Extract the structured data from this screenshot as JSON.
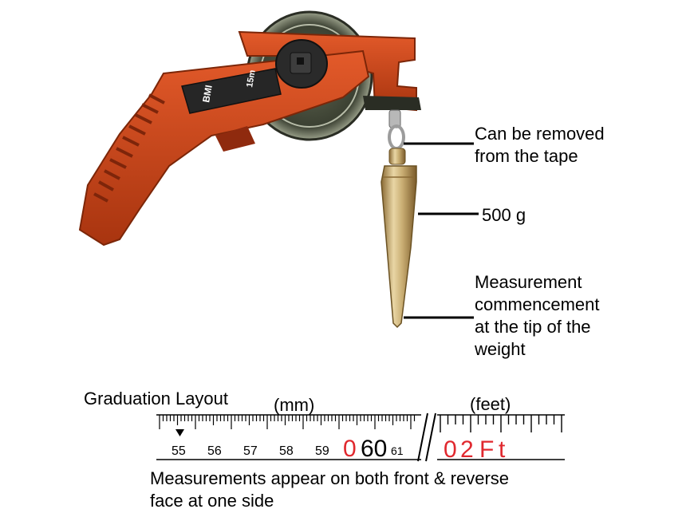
{
  "device": {
    "brand_logo": "BMI",
    "length_marking": "15m"
  },
  "callouts": {
    "removable": [
      "Can be removed",
      "from the tape"
    ],
    "weight": "500 g",
    "commencement": [
      "Measurement",
      "commencement",
      "at the tip of the",
      "weight"
    ]
  },
  "graduation": {
    "title": "Graduation Layout",
    "mm_unit": "(mm)",
    "feet_unit": "(feet)",
    "mm_numbers": [
      "55",
      "56",
      "57",
      "58",
      "59"
    ],
    "zero_red": "0",
    "sixty": "60",
    "sixty_one": "61",
    "feet_marks": [
      "0",
      "2",
      "F",
      "t"
    ],
    "caption": [
      "Measurements appear on both front & reverse",
      "face at one side"
    ]
  },
  "colors": {
    "body_orange": "#c8441c",
    "body_dark": "#8f2a0e",
    "brass": "#c9ad72",
    "tape_red": "#e0282e",
    "grip_black": "#2b2b2b"
  }
}
